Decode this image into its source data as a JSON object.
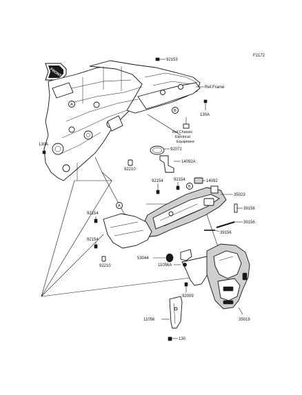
{
  "figure_code": "F2172",
  "front_tag": "FRONT",
  "callouts": {
    "a1": "A",
    "a2": "A",
    "b1": "B",
    "b2": "B"
  },
  "labels": {
    "p92153": "92153",
    "ref_frame": "Ref.Frame",
    "p130a_right": "130A",
    "ref_chassis_1": "Ref.Chassis",
    "ref_chassis_2": "Electrical",
    "ref_chassis_3": "Equipment",
    "p130a_left": "130A",
    "p92072": "92072",
    "p14092a": "14092A",
    "p92210_top": "92210",
    "p92154_a": "92154",
    "p92154_b": "92154",
    "p14092": "14092",
    "p35023": "35023",
    "p39156_a": "39156",
    "p39156_b": "39156",
    "p39156_c": "39156",
    "p92154_left1": "92154",
    "p92154_left2": "92154",
    "p92210_bottom": "92210",
    "p53044": "53044",
    "p11056a": "11056A",
    "p92009": "92009",
    "p11056": "11056",
    "p130": "130",
    "p35019": "35019"
  }
}
